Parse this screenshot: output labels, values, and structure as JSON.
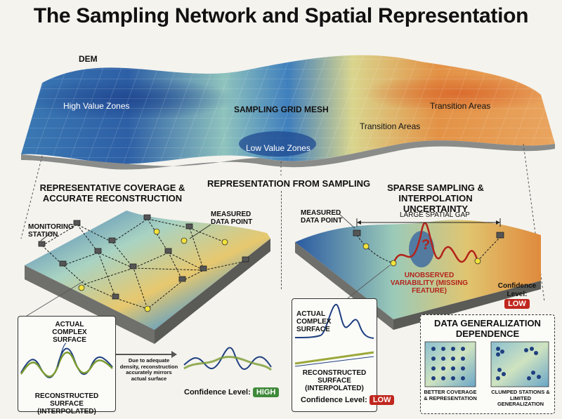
{
  "title": "The Sampling Network and Spatial Representation",
  "dem": {
    "label": "DEM",
    "high_value": "High Value Zones",
    "grid_mesh": "SAMPLING GRID MESH",
    "transition_center": "Transition Areas",
    "transition_right": "Transition Areas",
    "low_value": "Low Value Zones"
  },
  "center_heading": "REPRESENTATION FROM SAMPLING",
  "left": {
    "heading": "REPRESENTATIVE COVERAGE & ACCURATE RECONSTRUCTION",
    "monitoring_station": "MONITORING STATION",
    "measured_point": "MEASURED DATA POINT",
    "inset_actual": "ACTUAL COMPLEX SURFACE",
    "inset_reconstructed": "RECONSTRUCTED SURFACE (INTERPOLATED)",
    "arrow_note": "Due to adequate density, reconstruction accurately mirrors actual surface",
    "confidence_label": "Confidence Level:",
    "confidence_value": "HIGH"
  },
  "right": {
    "heading": "SPARSE SAMPLING & INTERPOLATION UNCERTAINTY",
    "measured_point": "MEASURED DATA POINT",
    "gap": "LARGE SPATIAL GAP",
    "unobserved": "UNOBSERVED VARIABILITY (MISSING FEATURE)",
    "question": "?",
    "confidence_label": "Confidence Level:",
    "confidence_value": "LOW",
    "inset_actual": "ACTUAL COMPLEX SURFACE",
    "inset_reconstructed": "RECONSTRUCTED SURFACE (INTERPOLATED)",
    "inset_confidence_label": "Confidence Level:",
    "inset_confidence_value": "LOW"
  },
  "generalization": {
    "heading": "DATA GENERALIZATION DEPENDENCE",
    "better": "BETTER COVERAGE & REPRESENTATION",
    "clumped": "CLUMPED STATIONS & LIMITED GENERALIZATION"
  },
  "colors": {
    "blue": "#2e63a8",
    "teal": "#6fb2b0",
    "yellow": "#efe08a",
    "orange": "#e08a3c",
    "confidence_high": "#3f8a3a",
    "confidence_low": "#c0271e",
    "curve_red": "#b3231b"
  }
}
